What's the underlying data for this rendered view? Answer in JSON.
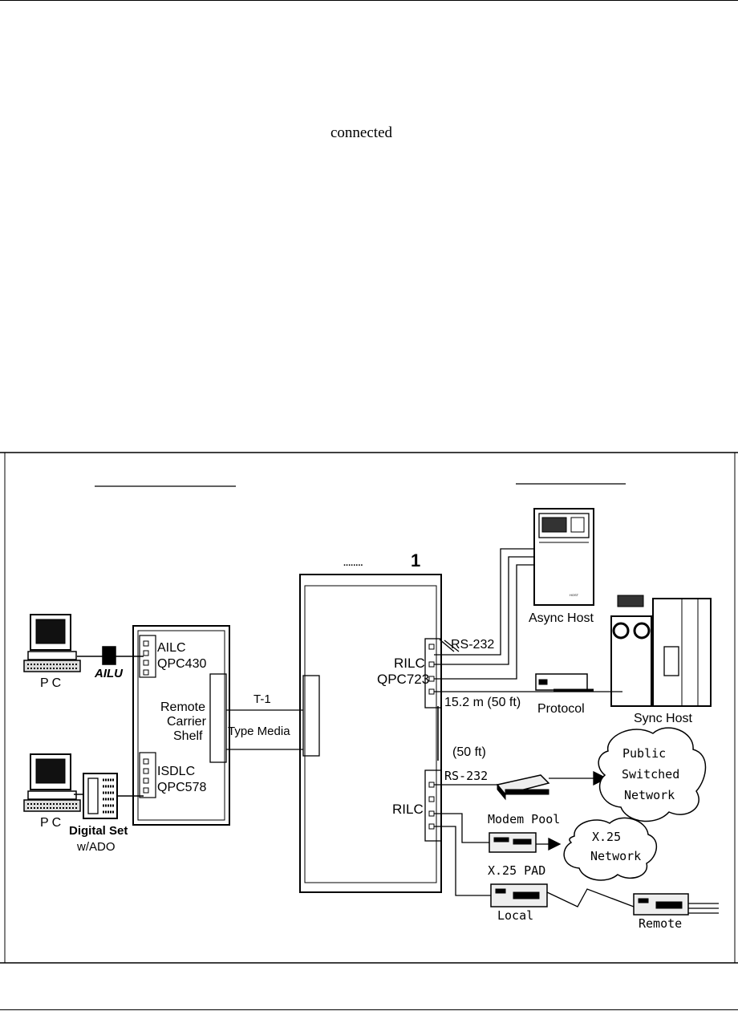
{
  "page_text": {
    "stray_word": "connected"
  },
  "diagram": {
    "labels": {
      "cabinet_number": "1",
      "cabinet_smudge": "........",
      "pc1": "PC",
      "ailu": "AILU",
      "ailc": "AILC",
      "qpc430": "QPC430",
      "remote_carrier_l1": "Remote",
      "remote_carrier_l2": "Carrier",
      "remote_carrier_l3": "Shelf",
      "pc2": "PC",
      "isdlc": "ISDLC",
      "qpc578": "QPC578",
      "digital_set_l1": "Digital Set",
      "digital_set_l2": "w/ADO",
      "t1": "T-1",
      "type_media": "Type Media",
      "rilc1": "RILC",
      "qpc723": "QPC723",
      "rs232_top": "RS-232",
      "async_host": "Async Host",
      "async_host_plate": "HOST",
      "cable_length": "15.2 m (50 ft)",
      "protocol": "Protocol",
      "sync_host": "Sync Host",
      "cable_length_2": "(50 ft)",
      "rs232_bottom": "RS-232",
      "rilc2": "RILC",
      "modem_pool": "Modem Pool",
      "public_l1": "Public",
      "public_l2": "Switched",
      "public_l3": "Network",
      "x25_l1": "X.25",
      "x25_l2": "Network",
      "x25_pad": "X.25 PAD",
      "local": "Local",
      "remote": "Remote"
    }
  }
}
